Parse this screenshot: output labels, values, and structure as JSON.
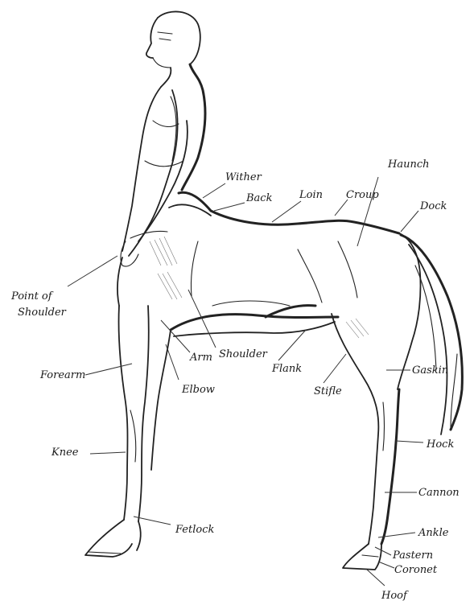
{
  "labels": {
    "wither": "Wither",
    "back": "Back",
    "loin": "Loin",
    "croup": "Croup",
    "haunch": "Haunch",
    "dock": "Dock",
    "point_of_shoulder_1": "Point of",
    "point_of_shoulder_2": "Shoulder",
    "arm": "Arm",
    "shoulder": "Shoulder",
    "forearm": "Forearm",
    "elbow": "Elbow",
    "flank": "Flank",
    "stifle": "Stifle",
    "gaskin": "Gaskin",
    "knee": "Knee",
    "hock": "Hock",
    "cannon": "Cannon",
    "fetlock": "Fetlock",
    "ankle": "Ankle",
    "pastern": "Pastern",
    "coronet": "Coronet",
    "hoof": "Hoof"
  }
}
